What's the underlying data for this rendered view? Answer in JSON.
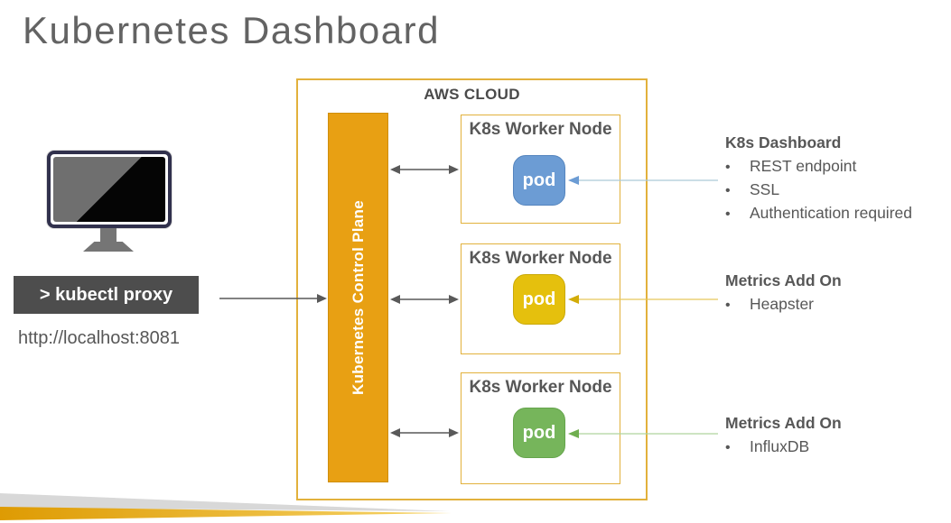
{
  "title": "Kubernetes Dashboard",
  "client": {
    "terminal_command": "> kubectl proxy",
    "url": "http://localhost:8081"
  },
  "aws": {
    "label": "AWS CLOUD",
    "control_plane_label": "Kubernetes Control Plane",
    "worker_nodes": [
      {
        "label": "K8s Worker Node",
        "pod": {
          "label": "pod",
          "fill": "#6C9CD4",
          "border": "#5585BE"
        }
      },
      {
        "label": "K8s Worker Node",
        "pod": {
          "label": "pod",
          "fill": "#E5C00D",
          "border": "#C9A90A"
        }
      },
      {
        "label": "K8s Worker Node",
        "pod": {
          "label": "pod",
          "fill": "#76B55B",
          "border": "#65A44C"
        }
      }
    ]
  },
  "annotations": [
    {
      "heading": "K8s Dashboard",
      "bullets": [
        "REST endpoint",
        "SSL",
        "Authentication required"
      ],
      "bullet_char": "•",
      "line_color": "#ACC9D6",
      "head_color": "#6C9CD4"
    },
    {
      "heading": "Metrics Add On",
      "bullets": [
        "Heapster"
      ],
      "bullet_char": "•",
      "line_color": "#E6C75A",
      "head_color": "#D2AC08"
    },
    {
      "heading": "Metrics Add On",
      "bullets": [
        "InfluxDB"
      ],
      "bullet_char": "•",
      "line_color": "#AFD39E",
      "head_color": "#6FAE4F"
    }
  ],
  "colors": {
    "accent_orange": "#E8A013",
    "gold_border": "#E2B13C",
    "arrow_dark": "#595959",
    "terminal_bg": "#4D4D4D",
    "text_gray": "#575757",
    "wedge_gray": "#D8D8D8",
    "wedge_orange_left": "#DE9B03",
    "wedge_orange_right": "#F6D469"
  }
}
